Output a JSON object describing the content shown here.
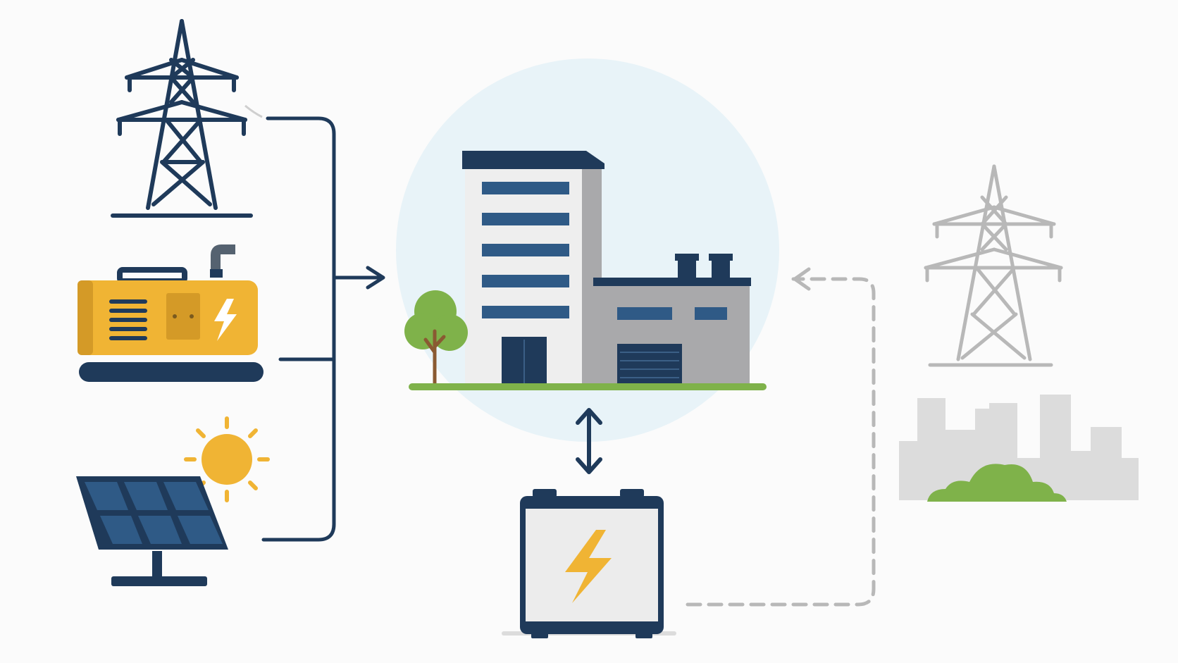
{
  "diagram": {
    "nodes": [
      {
        "id": "grid-tower",
        "icon": "transmission-tower-icon"
      },
      {
        "id": "generator",
        "icon": "diesel-generator-icon"
      },
      {
        "id": "solar",
        "icon": "solar-panel-icon"
      },
      {
        "id": "facility",
        "icon": "building-icon"
      },
      {
        "id": "battery",
        "icon": "battery-storage-icon"
      },
      {
        "id": "utility-grid",
        "icon": "distant-grid-icon"
      }
    ],
    "edges": [
      {
        "from": "grid-tower",
        "to": "facility",
        "style": "solid"
      },
      {
        "from": "generator",
        "to": "facility",
        "style": "solid"
      },
      {
        "from": "solar",
        "to": "facility",
        "style": "solid"
      },
      {
        "from": "facility",
        "to": "battery",
        "style": "solid",
        "direction": "bidirectional"
      },
      {
        "from": "battery",
        "to": "facility",
        "style": "dashed",
        "via": "utility-grid"
      }
    ]
  },
  "colors": {
    "background": "#fbfbfb",
    "navy": "#1f3a5a",
    "panel_blue": "#2f5a86",
    "yellow": "#f0b434",
    "dark_yellow": "#d49a27",
    "green": "#7fb24a",
    "circle": "#e8f3f8",
    "light_gray": "#cfcfcf",
    "mid_gray": "#b8b8b8",
    "building_gray": "#a9a9ab",
    "building_white": "#eeeeee"
  }
}
